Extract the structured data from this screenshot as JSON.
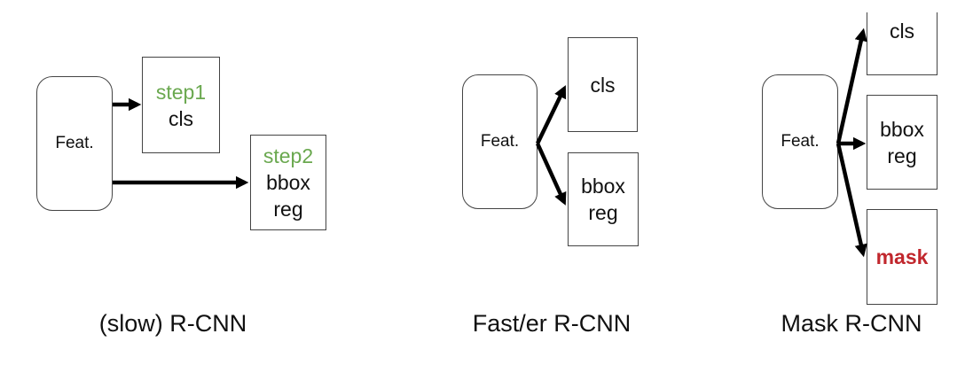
{
  "diagram": {
    "slow_rcnn": {
      "feat_label": "Feat.",
      "cls_step": "step1",
      "cls_label": "cls",
      "bbox_step": "step2",
      "bbox_label_1": "bbox",
      "bbox_label_2": "reg",
      "caption": "(slow) R-CNN"
    },
    "fast_rcnn": {
      "feat_label": "Feat.",
      "cls_label": "cls",
      "bbox_label_1": "bbox",
      "bbox_label_2": "reg",
      "caption": "Fast/er R-CNN"
    },
    "mask_rcnn": {
      "feat_label": "Feat.",
      "cls_label": "cls",
      "bbox_label_1": "bbox",
      "bbox_label_2": "reg",
      "mask_label": "mask",
      "caption": "Mask R-CNN"
    }
  },
  "colors": {
    "step": "#6aa84f",
    "mask": "#c1272d",
    "arrow": "#000000"
  }
}
